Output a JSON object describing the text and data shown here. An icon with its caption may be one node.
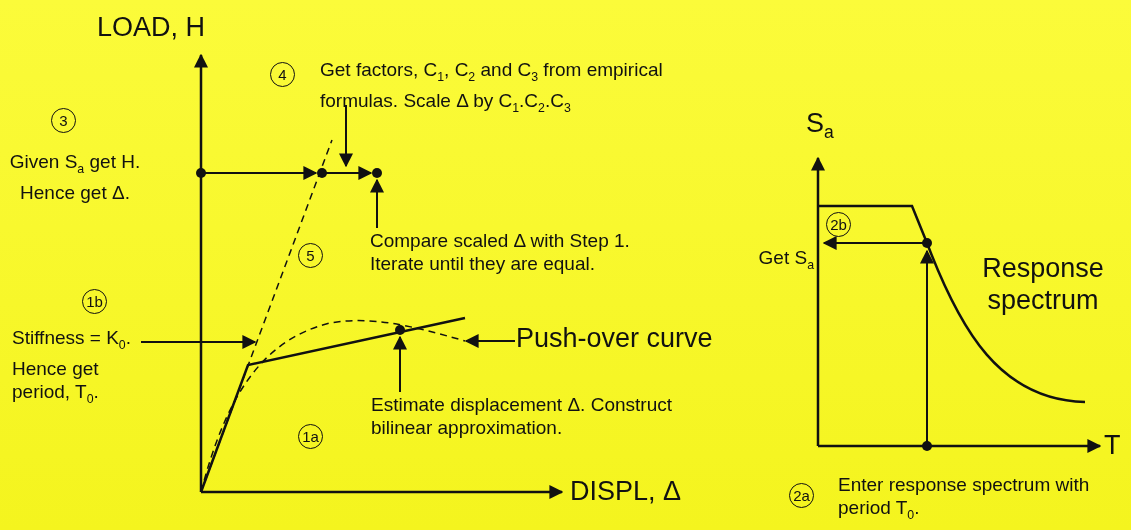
{
  "diagram": {
    "nodes": [
      {
        "text": [
          "4"
        ],
        "beside": [
          "Get factors, C$_{1}$, C$_{2}$ and C$_{3}$ from empirical formulas. Scale Δ by C$_{1}$.C$_{2}$.C$_{3}$"
        ]
      },
      {
        "text": [
          "3"
        ],
        "beside": [
          "Given S$_{a}$ get H. Hence get Δ."
        ]
      },
      {
        "text": [
          "2b"
        ],
        "beside": [
          "Get S$_{a}$"
        ]
      },
      {
        "text": [
          "5"
        ],
        "beside": [
          "Compare scaled Δ with Step 1. Iterate until they are equal."
        ]
      },
      {
        "text": [
          "1b"
        ],
        "beside": [
          "Stiffness = K$_{0}$. Hence get period, T$_{0}$."
        ]
      },
      {
        "text": [
          "Push-over curve"
        ]
      },
      {
        "text": [
          "1a"
        ],
        "beside": [
          "Estimate displacement Δ. Construct bilinear approximation."
        ]
      },
      {
        "text": [
          "2a"
        ],
        "beside": [
          "Enter response spectrum with period T$_{0}$."
        ]
      }
    ],
    "edges": [
      {
        "from": 0,
        "to": null,
        "arrow": "to"
      },
      {
        "from": 3,
        "to": null,
        "arrow": "to"
      },
      {
        "from": 4,
        "to": null,
        "arrow": "to"
      },
      {
        "from": 5,
        "to": null,
        "arrow": "to"
      },
      {
        "from": 6,
        "to": null,
        "arrow": "to"
      }
    ],
    "labels": [
      "LOAD, H",
      "S$_{a}$",
      "Response spectrum",
      "DISPL, Δ",
      "T"
    ]
  }
}
